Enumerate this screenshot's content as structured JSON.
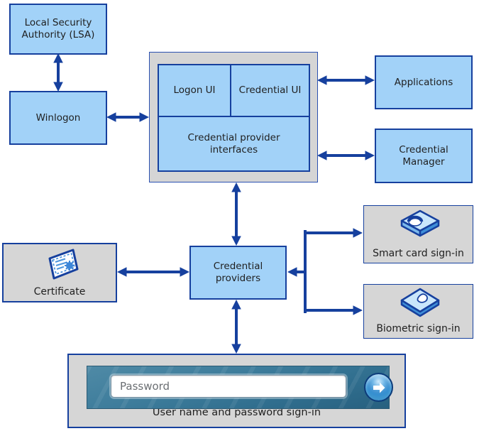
{
  "nodes": {
    "lsa": {
      "label": "Local Security Authority (LSA)"
    },
    "winlogon": {
      "label": "Winlogon"
    },
    "logon_ui": {
      "label": "Logon UI"
    },
    "credential_ui": {
      "label": "Credential UI"
    },
    "credential_provider_interfaces": {
      "label": "Credential provider interfaces"
    },
    "applications": {
      "label": "Applications"
    },
    "credential_manager": {
      "label": "Credential Manager"
    },
    "credential_providers": {
      "label": "Credential providers"
    },
    "certificate": {
      "label": "Certificate",
      "icon": "certificate-icon"
    },
    "smart_card": {
      "label": "Smart card sign-in",
      "icon": "smart-card-reader-icon"
    },
    "biometric": {
      "label": "Biometric sign-in",
      "icon": "biometric-sensor-icon"
    },
    "password_signin": {
      "label": "User name and password sign-in",
      "input_placeholder": "Password",
      "button_icon": "go-arrow-button-icon"
    }
  },
  "colors": {
    "node_fill": "#a2d2f8",
    "node_border": "#16409e",
    "arrow": "#16409e",
    "panel_fill": "#d5d5d5",
    "password_bar": "#3a7896",
    "text": "#1f1f1f"
  }
}
